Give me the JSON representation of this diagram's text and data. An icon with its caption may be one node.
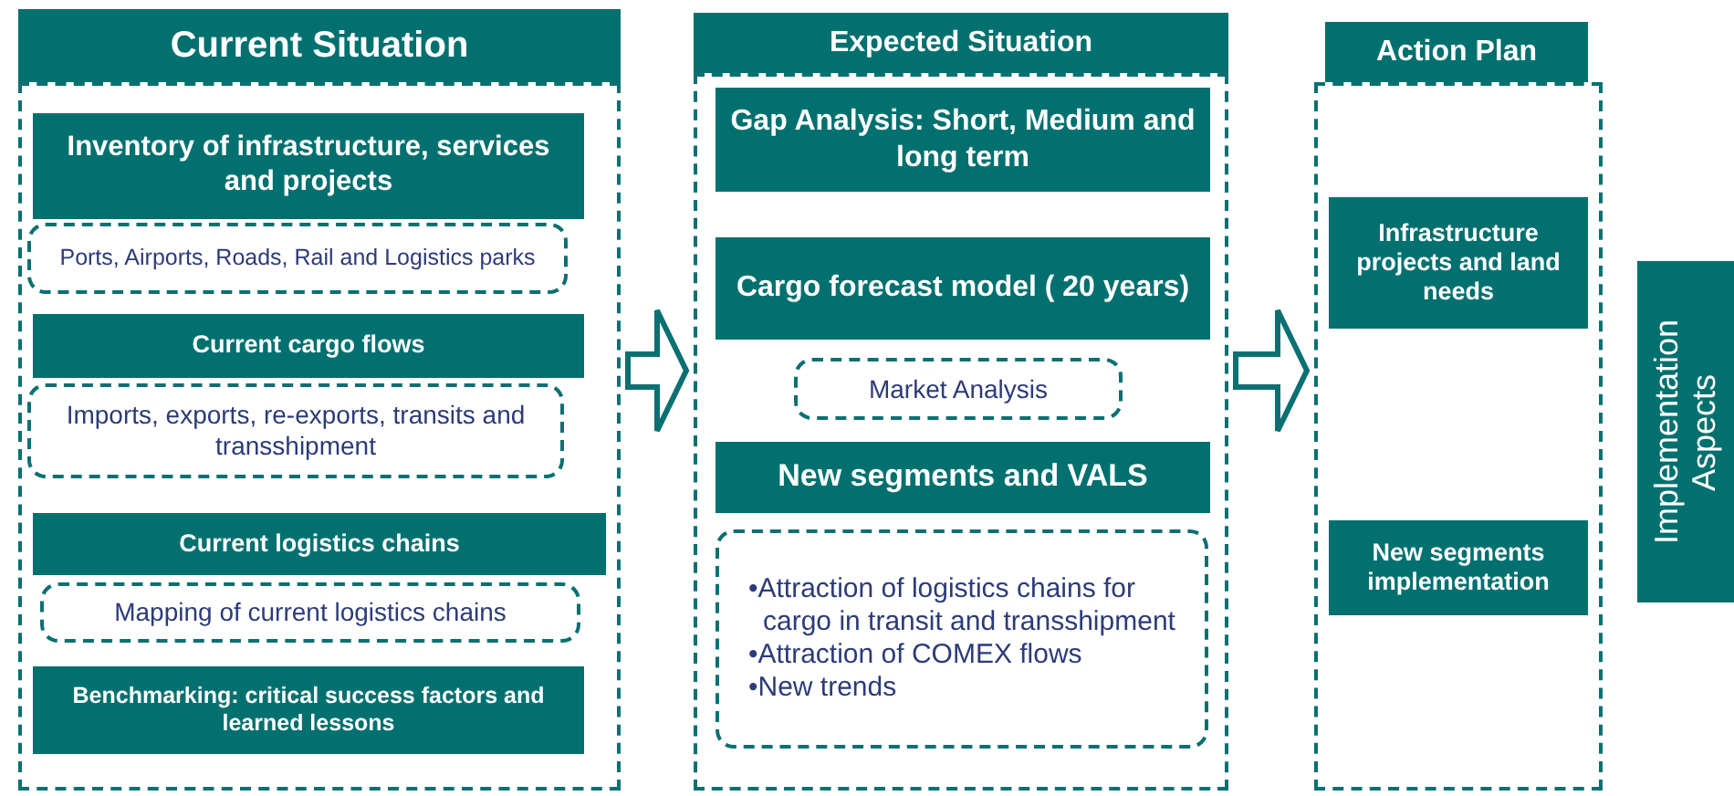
{
  "diagram": {
    "nodes": [
      {
        "text": [
          "Current Situation"
        ]
      },
      {
        "text": [],
        "shape": "box"
      },
      {
        "text": [
          "Inventory of infrastructure, services and projects"
        ],
        "in": 1
      },
      {
        "text": [
          "Ports, Airports, Roads, Rail and Logistics parks"
        ],
        "in": 1
      },
      {
        "text": [
          "Current cargo flows"
        ],
        "in": 1
      },
      {
        "text": [
          "Imports, exports, re-exports, transits and transshipment"
        ],
        "in": 1
      },
      {
        "text": [
          "Current logistics chains"
        ],
        "in": 1
      },
      {
        "text": [
          "Mapping of current logistics chains"
        ],
        "in": 1
      },
      {
        "text": [
          "Benchmarking: critical success factors and learned lessons"
        ],
        "in": 1
      },
      {
        "text": [
          "Expected Situation"
        ]
      },
      {
        "text": [],
        "shape": "box"
      },
      {
        "text": [
          "Gap Analysis: Short, Medium and long term"
        ],
        "in": 10
      },
      {
        "text": [
          "Cargo forecast model ( 20 years)"
        ],
        "in": 10
      },
      {
        "text": [
          "Market Analysis"
        ],
        "in": 10
      },
      {
        "text": [
          "New segments and VALS"
        ],
        "in": 10
      },
      {
        "text": [
          "•Attraction of logistics chains for cargo in transit and transshipment",
          "•Attraction of COMEX flows",
          "•New trends"
        ],
        "in": 10
      },
      {
        "text": [
          "Action Plan"
        ]
      },
      {
        "text": [],
        "shape": "box"
      },
      {
        "text": [
          "Infrastructure projects and land needs"
        ],
        "in": 17
      },
      {
        "text": [
          "New segments implementation"
        ],
        "in": 17
      },
      {
        "text": [
          "Implementation Aspects"
        ]
      }
    ],
    "edges": [
      {
        "from": 1,
        "to": 10,
        "arrow": "to"
      },
      {
        "from": 10,
        "to": 17,
        "arrow": "to"
      }
    ]
  }
}
